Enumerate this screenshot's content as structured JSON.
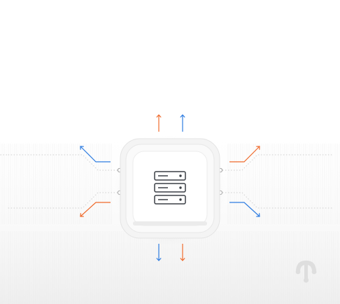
{
  "diagram": {
    "hub": {
      "icon": "server-stack-icon"
    },
    "arrows": [
      {
        "id": "top-out",
        "direction": "up",
        "color": "#2f7de1"
      },
      {
        "id": "top-in",
        "direction": "up",
        "color": "#ef6a2c"
      },
      {
        "id": "bottom-out",
        "direction": "down",
        "color": "#2f7de1"
      },
      {
        "id": "bottom-in",
        "direction": "down",
        "color": "#ef6a2c"
      },
      {
        "id": "left-upper",
        "direction": "up-left",
        "color": "#2f7de1"
      },
      {
        "id": "left-lower",
        "direction": "down-left",
        "color": "#ef6a2c"
      },
      {
        "id": "right-upper",
        "direction": "up-right",
        "color": "#ef6a2c"
      },
      {
        "id": "right-lower",
        "direction": "down-right",
        "color": "#2f7de1"
      }
    ],
    "corner_logo": {
      "icon": "tree-logo-icon"
    }
  },
  "colors": {
    "blue": "#2f7de1",
    "orange": "#ef6a2c",
    "server_stroke": "#3a3f45",
    "hub_face": "#f6f6f6"
  }
}
